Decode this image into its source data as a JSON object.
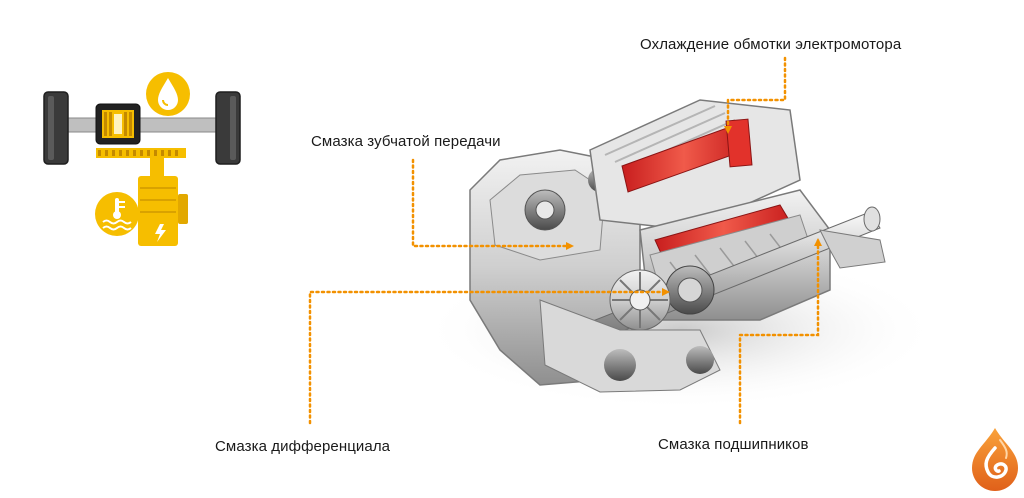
{
  "labels": {
    "winding_cooling": "Охлаждение обмотки электромотора",
    "gear_lubrication": "Смазка зубчатой передачи",
    "differential_lubrication": "Смазка дифференциала",
    "bearing_lubrication": "Смазка подшипников"
  },
  "icons": {
    "oil_drop": "oil-drop-icon",
    "coolant_temperature": "coolant-temperature-icon",
    "brand_logo": "flame-logo-icon",
    "drivetrain_schematic": "drivetrain-schematic-icon"
  },
  "colors": {
    "accent_yellow": "#F6BE00",
    "leader_orange": "#F29100",
    "highlight_red": "#E2322B",
    "logo_orange": "#F07A1A"
  }
}
